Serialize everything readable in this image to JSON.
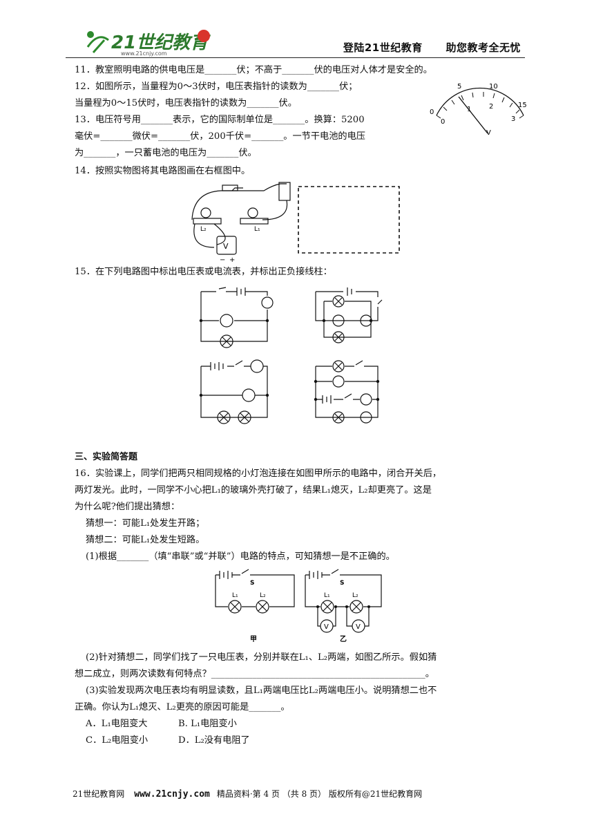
{
  "header": {
    "logo_text": "21世纪教育",
    "logo_url": "www.21cnjy.com",
    "slogan1": "登陆21世纪教育",
    "slogan2": "助您教考全无忧"
  },
  "q11": "11．教室照明电路的供电电压是_______伏；不高于_______伏的电压对人体才是安全的。",
  "q12a": "12．如图所示，当量程为0～3伏时，电压表指针的读数为_______伏；",
  "q12b": "当量程为0～15伏时，电压表指针的读数为_______伏。",
  "q13a": "13．电压符号用_______表示，它的国际制单位是_______。换算：5200",
  "q13b": "毫伏=_______微伏=_______伏，200千伏=_______。一节干电池的电压",
  "q13c": "为_______，一只蓄电池的电压为_______伏。",
  "meter": {
    "t0": "0",
    "t5": "5",
    "t10": "10",
    "t15": "15",
    "b0": "0",
    "b1": "1",
    "b2": "2",
    "b3": "3",
    "unit": "V"
  },
  "q14": "14．按照实物图将其电路图画在右框图中。",
  "q14fig": {
    "L2": "L₂",
    "L1": "L₁",
    "V": "V",
    "minus": "−",
    "plus": "+"
  },
  "q15": "15．在下列电路图中标出电压表或电流表，并标出正负接线柱：",
  "section3": "三、实验简答题",
  "q16a": "16．实验课上，同学们把两只相同规格的小灯泡连接在如图甲所示的电路中，闭合开关后，",
  "q16b": "两灯发光。此时，一同学不小心把L₁的玻璃外壳打破了，结果L₁熄灭，L₂却更亮了。这是",
  "q16c": "为什么呢?他们提出猜想：",
  "guess1": "猜想一：可能L₁处发生开路；",
  "guess2": "猜想二：可能L₁处发生短路。",
  "p1": "(1)根据_______（填“串联”或“并联”）电路的特点，可知猜想一是不正确的。",
  "fig16": {
    "S": "S",
    "L1": "L₁",
    "L2": "L₂",
    "V": "V",
    "jia": "甲",
    "yi": "乙"
  },
  "p2a": "(2)针对猜想二，同学们找了一只电压表，分别并联在L₁、L₂两端，如图乙所示。假如猜",
  "p2b": "想二成立，则两次读数有何特点？_______________________________________________。",
  "p3a": "(3)实验发现两次电压表均有明显读数，且L₁两端电压比L₂两端电压小。说明猜想二也不",
  "p3b": "正确。你认为L₁熄灭、L₂更亮的原因可能是_______。",
  "optA": "A．L₁电阻变大",
  "optB": "B. L₁电阻变小",
  "optC": "C．L₂电阻变小",
  "optD": "D．L₂没有电阻了",
  "footer": {
    "left": "21世纪教育网",
    "url": "www.21cnjy.com",
    "right": "精品资料·第 4 页 （共 8 页） 版权所有@21世纪教育网"
  }
}
